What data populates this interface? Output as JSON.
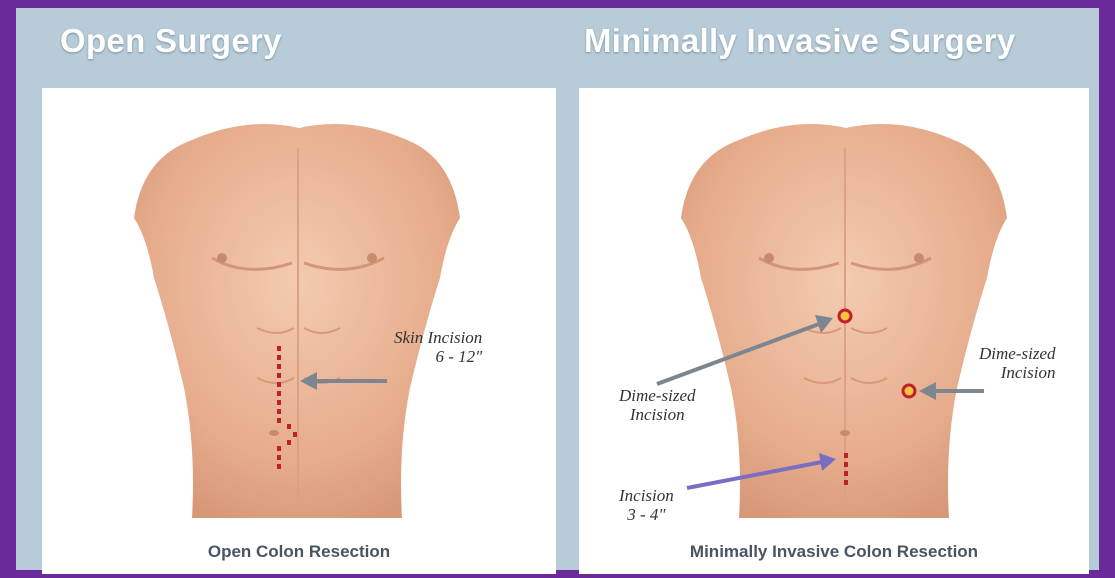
{
  "headings": {
    "left": "Open Surgery",
    "right": "Minimally Invasive Surgery"
  },
  "left_panel": {
    "caption": "Open Colon Resection",
    "label_line1": "Skin Incision",
    "label_line2": "6 - 12\""
  },
  "right_panel": {
    "caption": "Minimally Invasive Colon Resection",
    "label_upper_left_line1": "Dime-sized",
    "label_upper_left_line2": "Incision",
    "label_right_line1": "Dime-sized",
    "label_right_line2": "Incision",
    "label_lower_line1": "Incision",
    "label_lower_line2": "3 - 4\""
  },
  "colors": {
    "background": "#6b2a9a",
    "frame": "#b7ccd8",
    "incision": "#c0202a",
    "arrow_gray": "#7d8590",
    "arrow_purple": "#7b6ec2"
  }
}
